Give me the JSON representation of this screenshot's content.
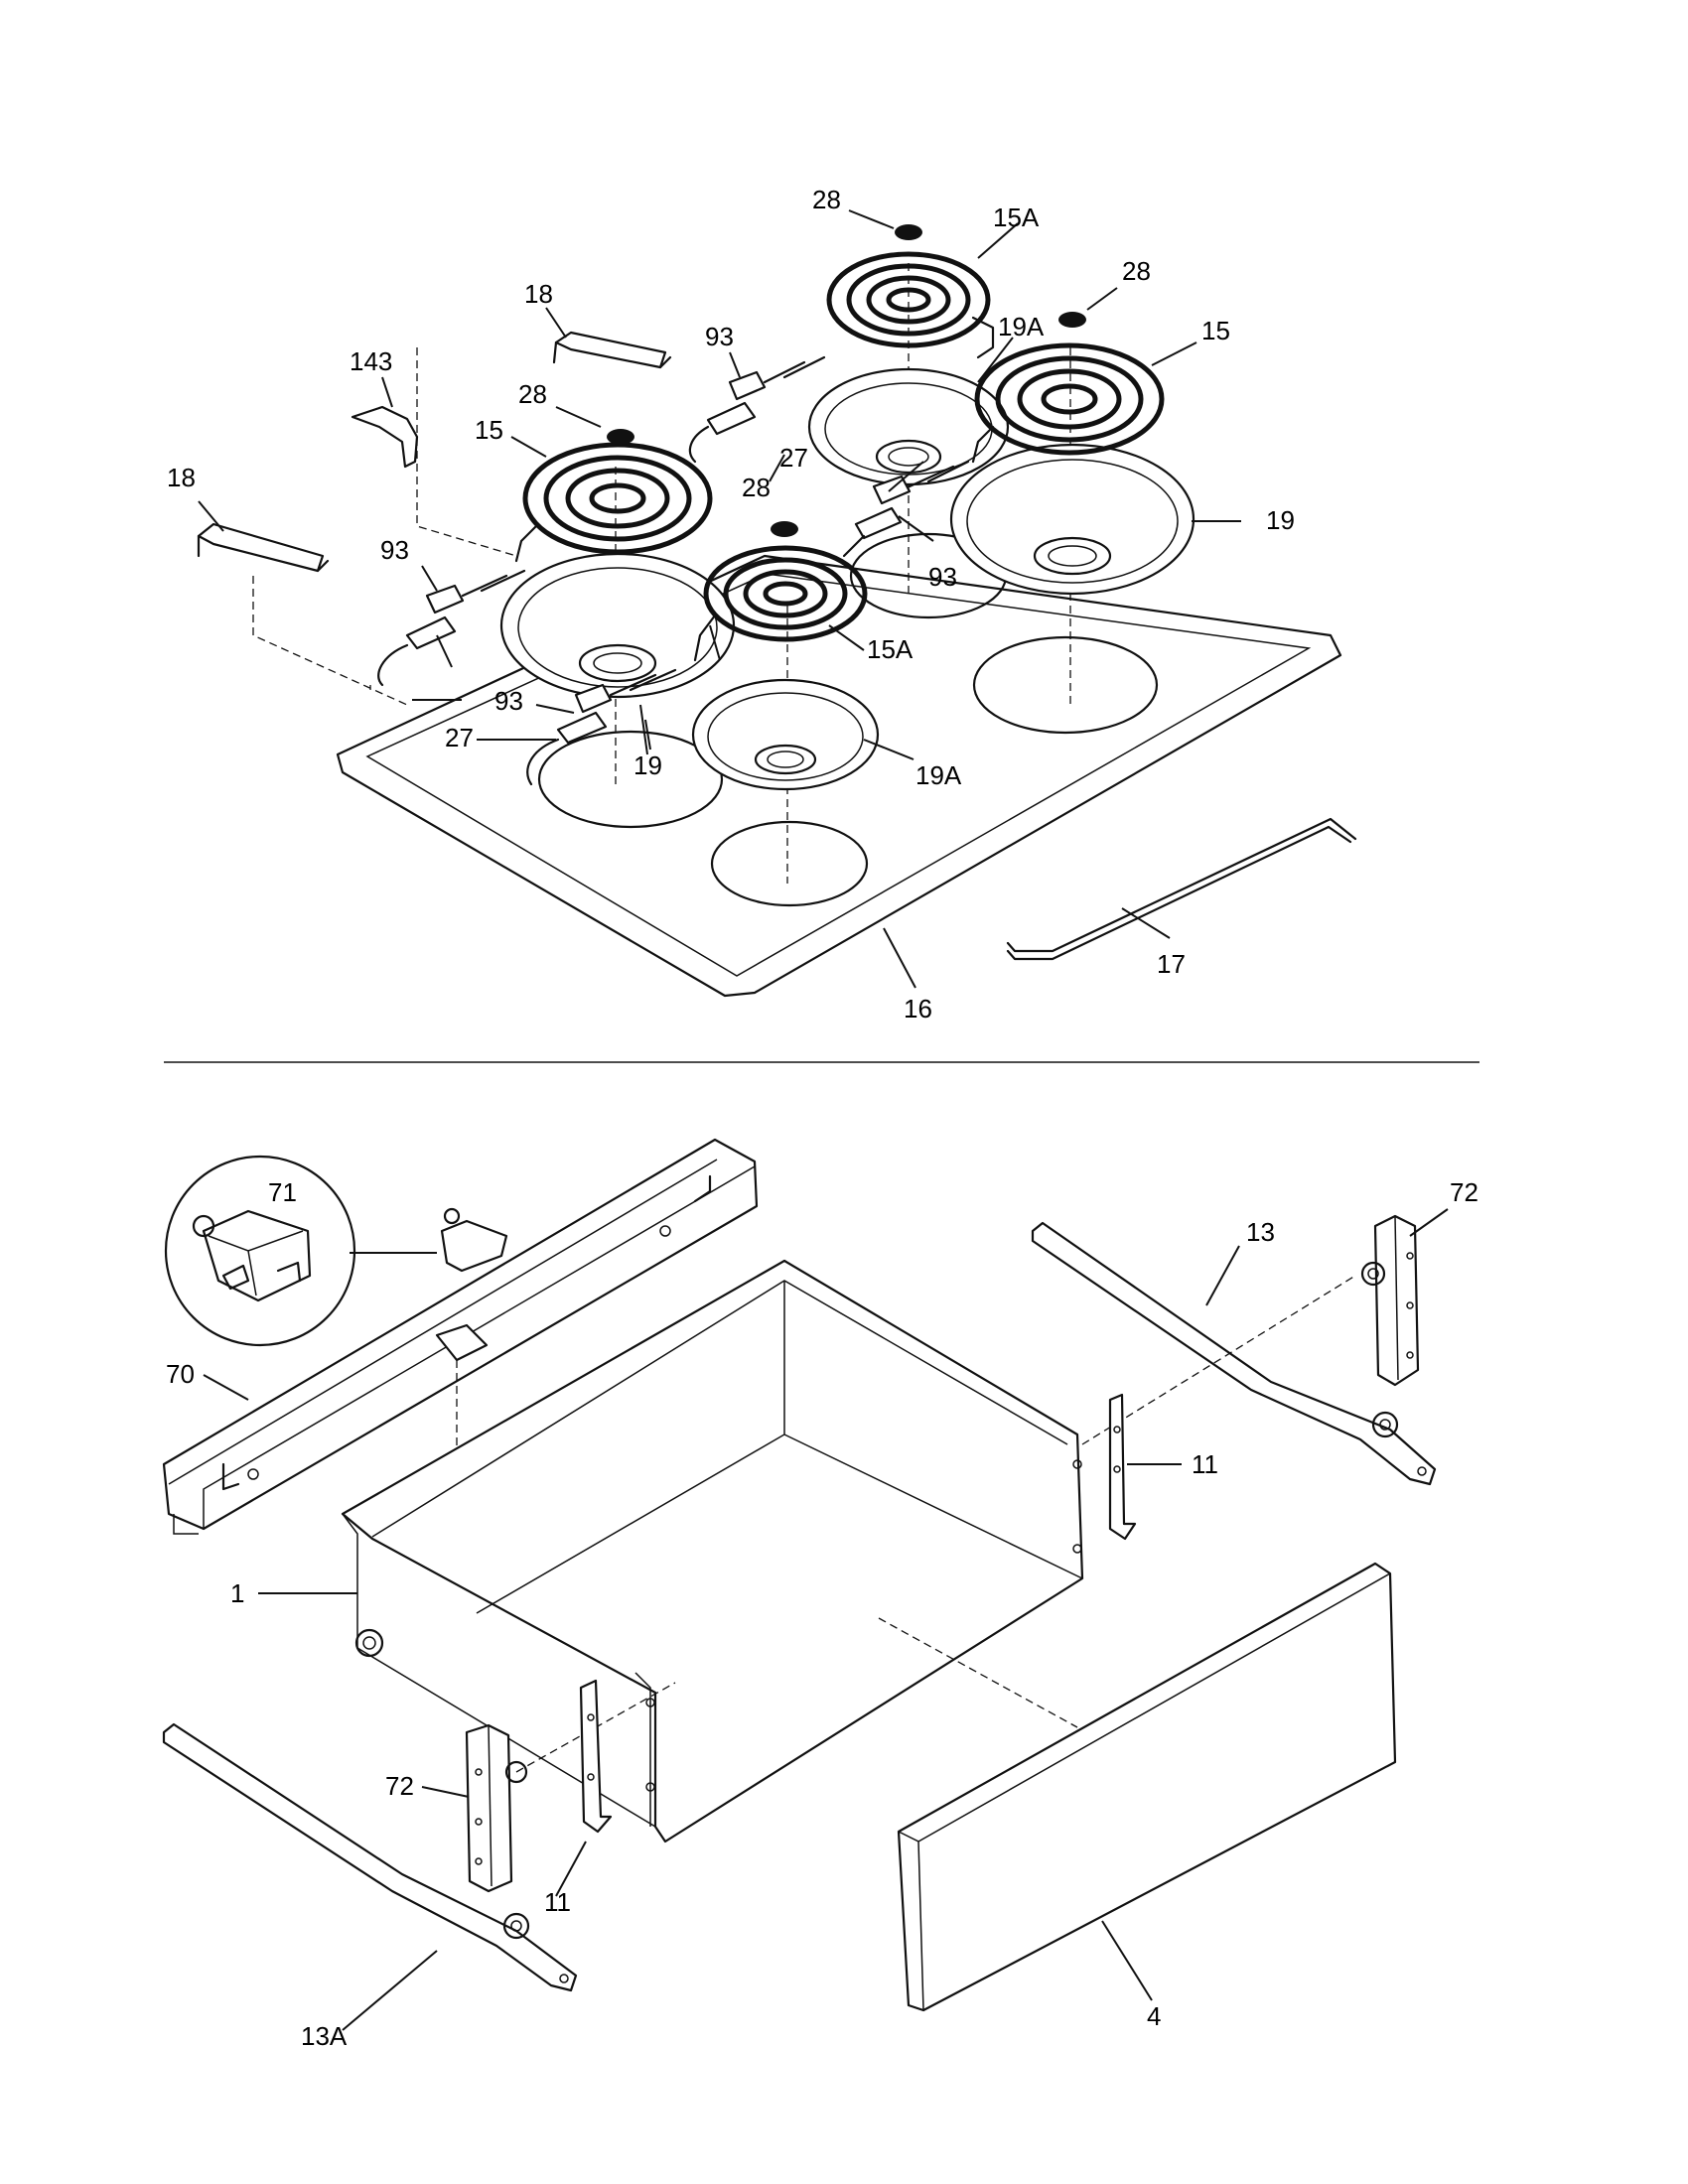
{
  "callouts": {
    "c28a": "28",
    "c15Aa": "15A",
    "c28b": "28",
    "c15a": "15",
    "c19Aa": "19A",
    "c18a": "18",
    "c93a": "93",
    "c143": "143",
    "c28c": "28",
    "c15b": "15",
    "c27a": "27",
    "c28d": "28",
    "c18b": "18",
    "c93b": "93",
    "c19a": "19",
    "c93c": "93",
    "c15Ab": "15A",
    "c93d": "93",
    "c27b": "27",
    "c19b": "19",
    "c19Ab": "19A",
    "c17": "17",
    "c16": "16",
    "c71": "71",
    "c72a": "72",
    "c13": "13",
    "c70": "70",
    "c11a": "11",
    "c1": "1",
    "c72b": "72",
    "c11b": "11",
    "c13A": "13A",
    "c4": "4"
  }
}
